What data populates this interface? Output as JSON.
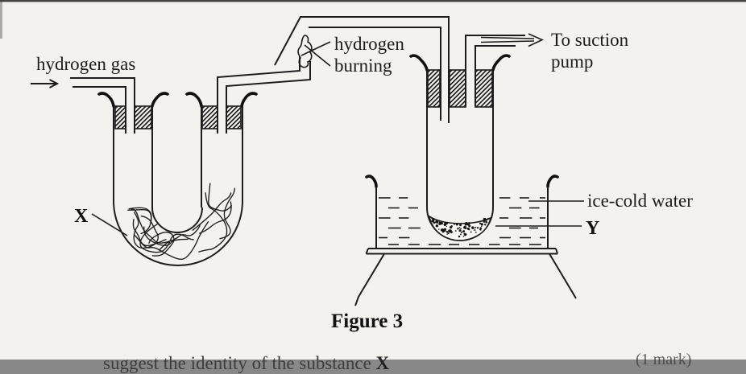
{
  "page": {
    "background": "#f3f2ee",
    "ink": "#1c1c1c"
  },
  "figure": {
    "caption": "Figure 3",
    "labels": {
      "hydrogen_gas": "hydrogen gas",
      "hydrogen_burning": [
        "hydrogen",
        "burning"
      ],
      "to_suction_pump": [
        "To suction",
        "pump"
      ],
      "ice_cold_water": "ice-cold water",
      "substance_x": "X",
      "substance_y": "Y"
    },
    "icons": {
      "flow_arrow": "right-arrow",
      "suction_arrow": "double-line-right-arrow",
      "flame": "hydrogen-flame-outline"
    }
  },
  "partial_bottom_text": {
    "question_fragment": "suggest the identity of the substance ",
    "substance": "X",
    "marks": "(1 mark)"
  }
}
